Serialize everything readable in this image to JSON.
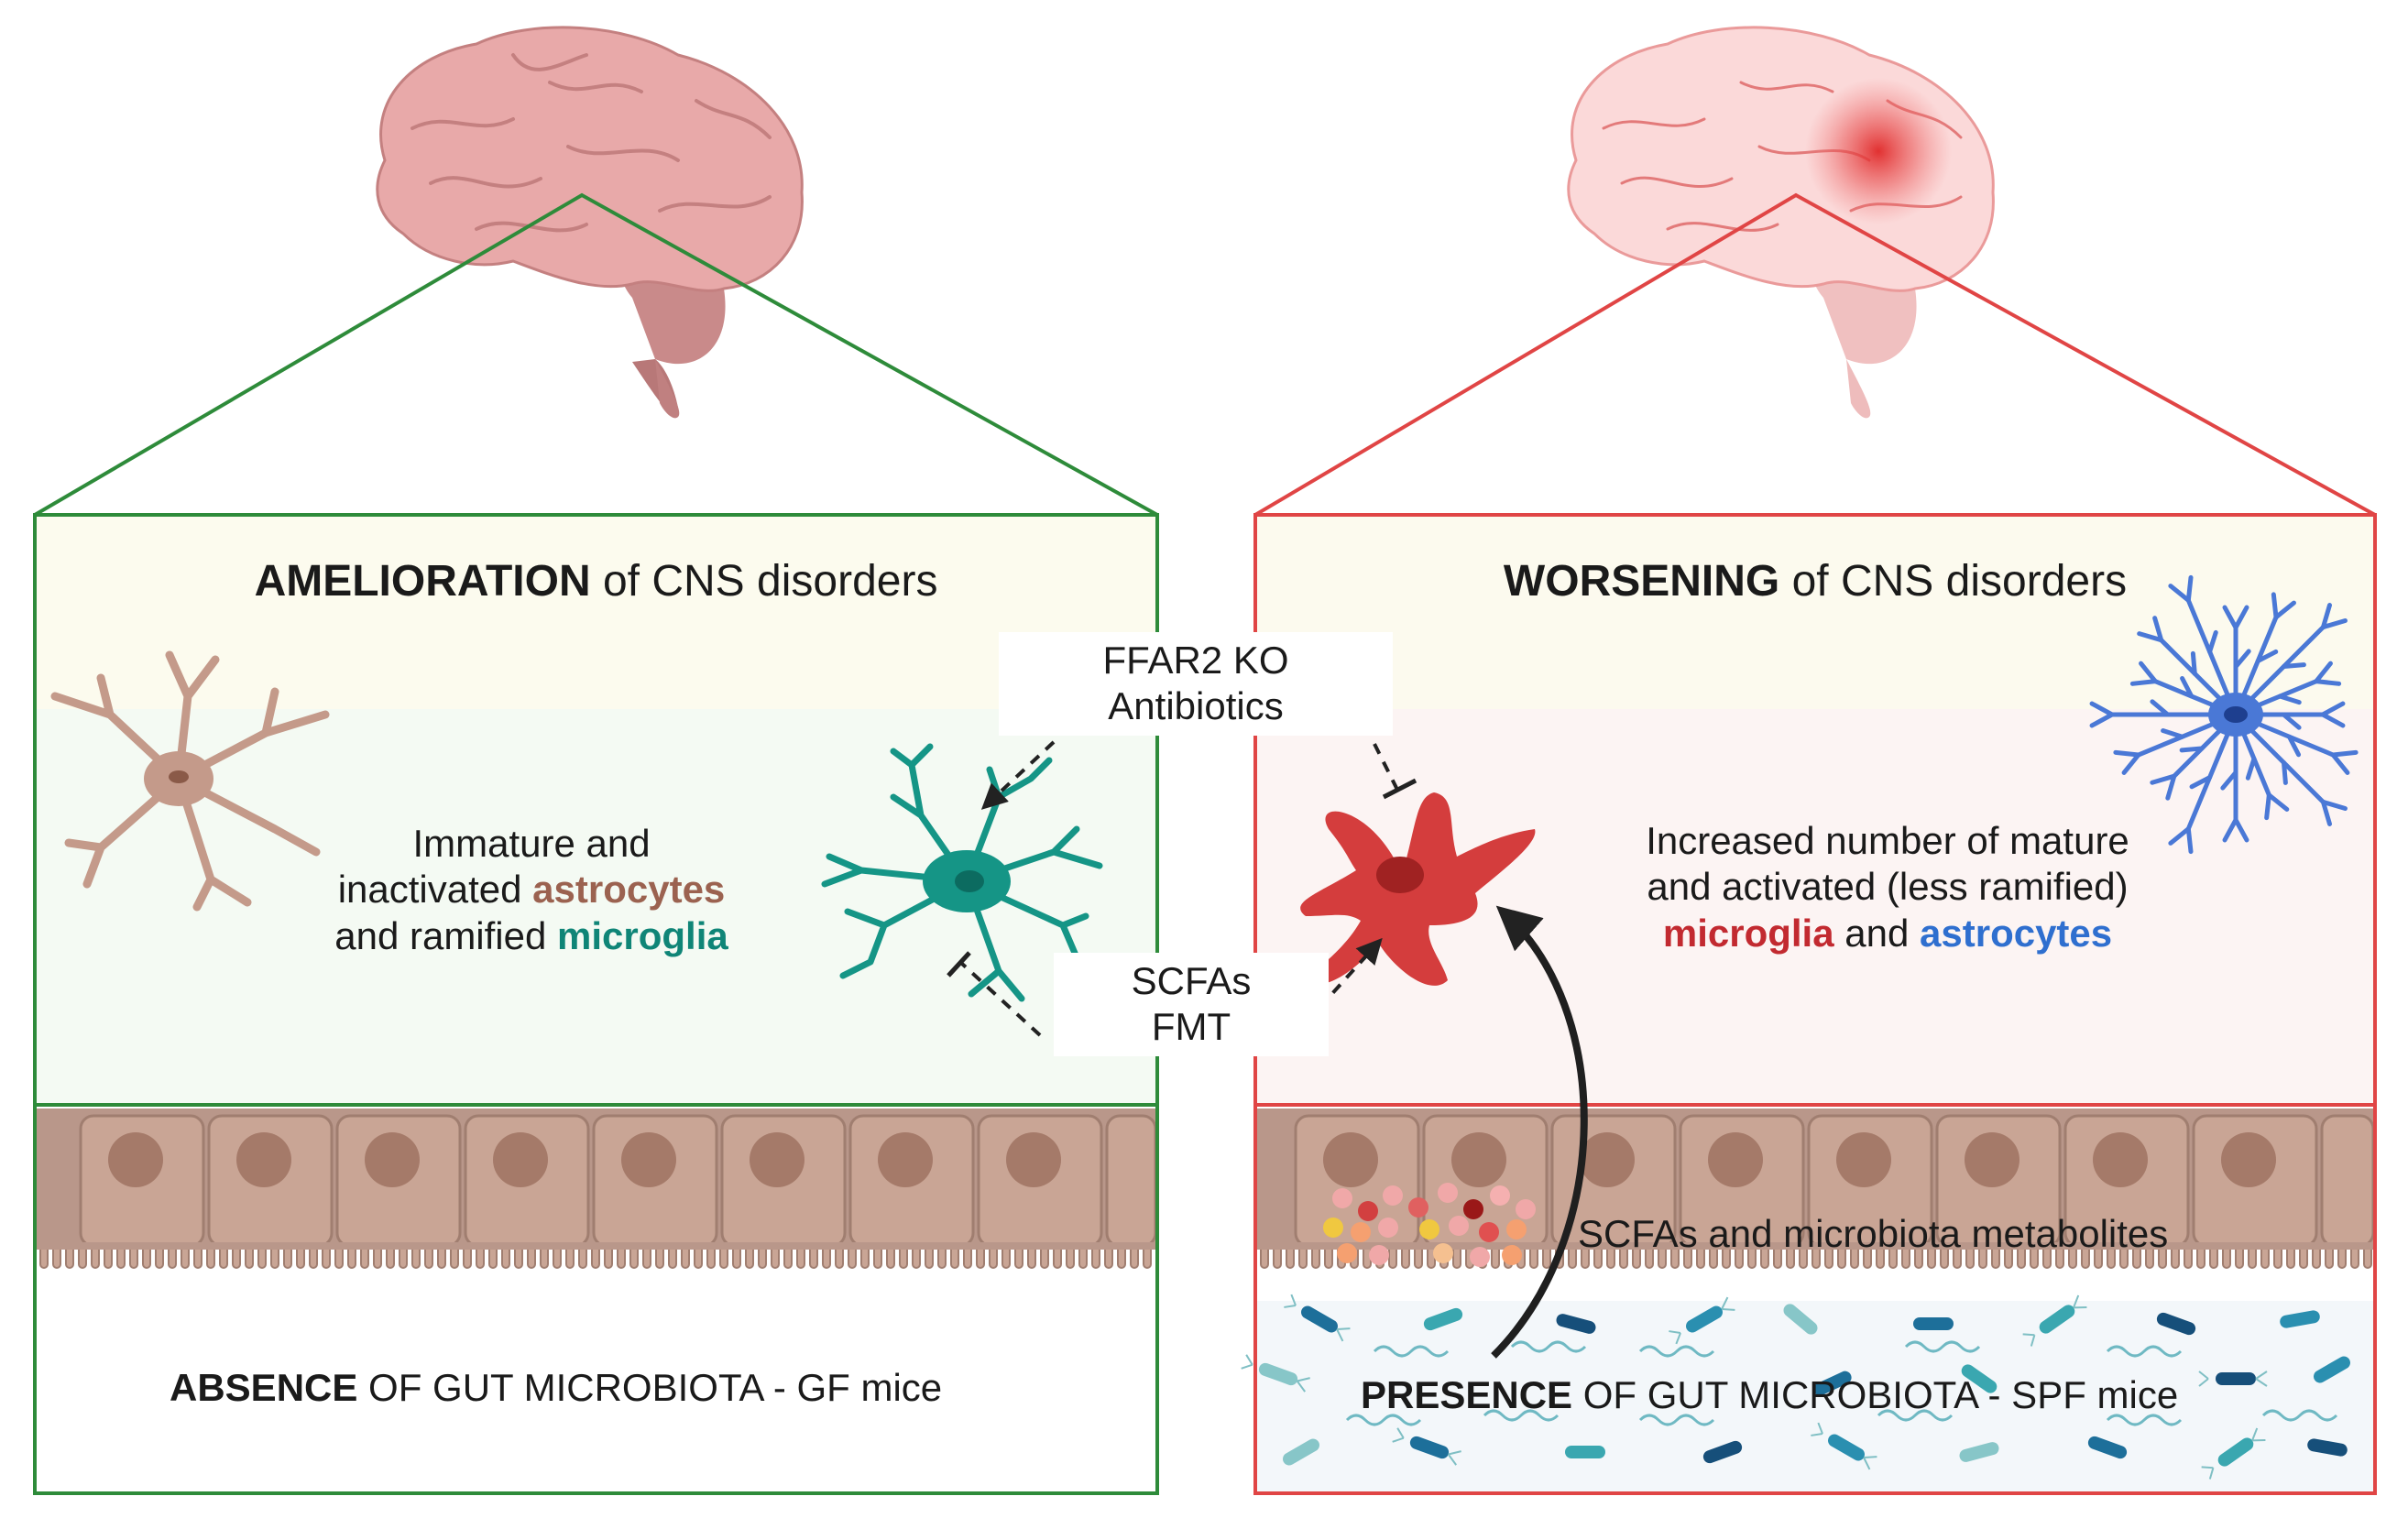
{
  "left_panel": {
    "title_bold": "AMELIORATION",
    "title_rest": " of CNS disorders",
    "desc_line1": "Immature and",
    "desc_line2_pre": "inactivated ",
    "desc_line2_colored": "astrocytes",
    "desc_line3_pre": "and ramified ",
    "desc_line3_colored": "microglia",
    "footer_bold": "ABSENCE",
    "footer_rest": " OF GUT MICROBIOTA - GF mice"
  },
  "right_panel": {
    "title_bold": "WORSENING",
    "title_rest": " of CNS disorders",
    "desc_line1": "Increased number of mature",
    "desc_line2": "and activated (less ramified)",
    "desc_line3_colored_1": "microglia",
    "desc_line3_mid": " and ",
    "desc_line3_colored_2": "astrocytes",
    "metabolites_label": "SCFAs and microbiota metabolites",
    "footer_bold": "PRESENCE",
    "footer_rest": " OF GUT MICROBIOTA - SPF mice"
  },
  "interventions": {
    "top_line1": "FFAR2 KO",
    "top_line2": "Antibiotics",
    "bottom_line1": "SCFAs",
    "bottom_line2": "FMT"
  },
  "colors": {
    "left_border": "#2e8b3a",
    "right_border": "#e04545",
    "astrocyte_brown": "#9b6250",
    "microglia_teal": "#0f8577",
    "microglia_red": "#c22a30",
    "astrocyte_blue": "#2f6fcf",
    "epithelium": "#c9a595",
    "nucleus": "#a57a69"
  }
}
